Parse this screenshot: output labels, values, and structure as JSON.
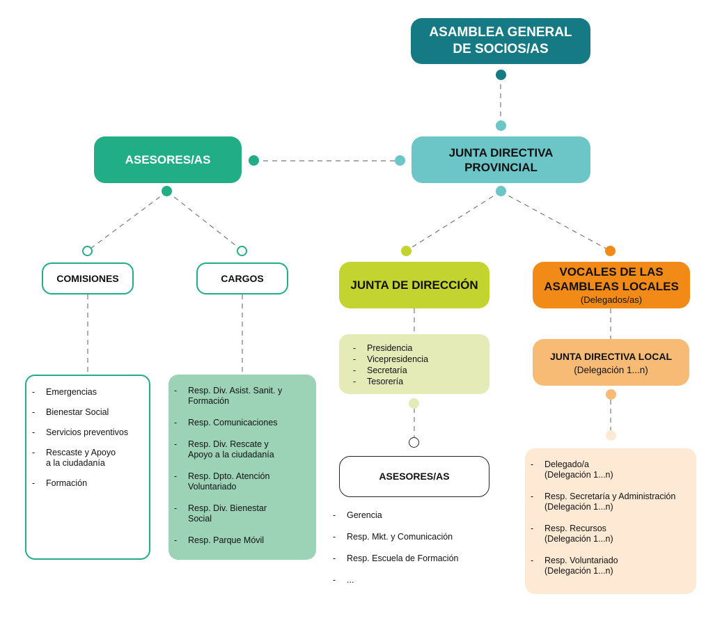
{
  "colors": {
    "asamblea": "#167a85",
    "junta_provincial": "#6cc5c7",
    "asesores_green": "#21ad86",
    "cargos_fill": "#9cd2b6",
    "junta_direccion": "#c3d32f",
    "junta_direccion_light": "#e4ebb7",
    "vocales": "#f18a16",
    "junta_local": "#f8bb76",
    "local_list": "#fde9d4",
    "connector": "#777777"
  },
  "nodes": {
    "asamblea": {
      "line1": "ASAMBLEA GENERAL",
      "line2": "DE SOCIOS/AS"
    },
    "junta_provincial": {
      "line1": "JUNTA DIRECTIVA",
      "line2": "PROVINCIAL"
    },
    "asesores_top": {
      "label": "ASESORES/AS"
    },
    "comisiones": {
      "label": "COMISIONES"
    },
    "cargos": {
      "label": "CARGOS"
    },
    "junta_direccion": {
      "label": "JUNTA DE DIRECCIÓN"
    },
    "vocales": {
      "line1": "VOCALES DE LAS",
      "line2": "ASAMBLEAS LOCALES",
      "sub": "(Delegados/as)"
    },
    "junta_local": {
      "label": "JUNTA DIRECTIVA LOCAL",
      "sub": "(Delegación 1...n)"
    },
    "asesores_bottom": {
      "label": "ASESORES/AS"
    }
  },
  "lists": {
    "comisiones": [
      [
        "Emergencias"
      ],
      [
        "Bienestar Social"
      ],
      [
        "Servicios preventivos"
      ],
      [
        "Rescaste y Apoyo",
        "a la ciudadanía"
      ],
      [
        "Formación"
      ]
    ],
    "cargos": [
      [
        "Resp. Div. Asist. Sanit. y",
        "Formación"
      ],
      [
        "Resp. Comunicaciones"
      ],
      [
        "Resp. Div. Rescate y",
        "Apoyo a la ciudadanía"
      ],
      [
        "Resp. Dpto. Atención",
        "Voluntariado"
      ],
      [
        "Resp. Div. Bienestar",
        "Social"
      ],
      [
        "Resp. Parque Móvil"
      ]
    ],
    "junta_direccion": [
      [
        "Presidencia"
      ],
      [
        "Vicepresidencia"
      ],
      [
        "Secretaría"
      ],
      [
        "Tesorería"
      ]
    ],
    "asesores_bottom": [
      [
        "Gerencia"
      ],
      [
        "Resp. Mkt. y Comunicación"
      ],
      [
        "Resp. Escuela de Formación"
      ],
      [
        "..."
      ]
    ],
    "junta_local": [
      [
        "Delegado/a",
        "(Delegación 1...n)"
      ],
      [
        "Resp. Secretaría y Administración",
        "(Delegación 1...n)"
      ],
      [
        "Resp. Recursos",
        "(Delegación 1...n)"
      ],
      [
        "Resp. Voluntariado",
        "(Delegación 1...n)"
      ]
    ]
  }
}
